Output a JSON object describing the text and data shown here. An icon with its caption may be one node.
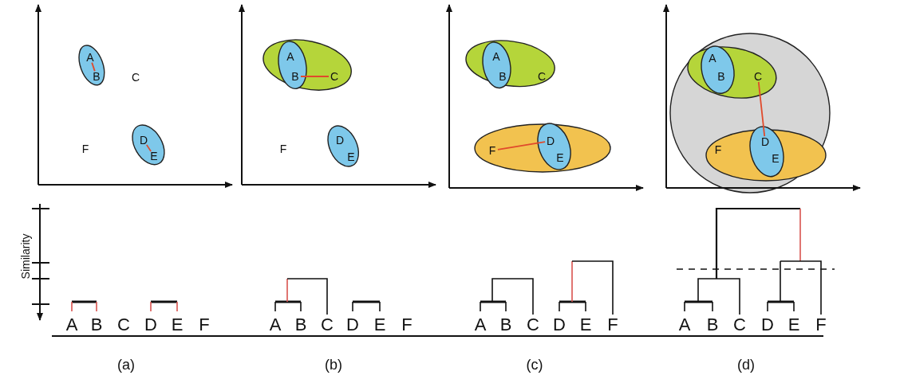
{
  "diagram": {
    "nodes": [
      {
        "text": [],
        "shape": "ellipse"
      },
      {
        "text": [
          "A"
        ],
        "in": 0
      },
      {
        "text": [
          "B"
        ],
        "in": 0
      },
      {
        "text": [
          "C"
        ]
      },
      {
        "text": [],
        "shape": "ellipse"
      },
      {
        "text": [
          "D"
        ],
        "in": 4
      },
      {
        "text": [
          "E"
        ],
        "in": 4
      },
      {
        "text": [
          "F"
        ]
      },
      {
        "text": [],
        "shape": "ellipse"
      },
      {
        "text": [],
        "shape": "ellipse",
        "in": 8
      },
      {
        "text": [
          "A"
        ],
        "in": 9
      },
      {
        "text": [
          "B"
        ],
        "in": 9
      },
      {
        "text": [
          "C"
        ],
        "in": 8
      },
      {
        "text": [
          "F"
        ]
      },
      {
        "text": [],
        "shape": "ellipse"
      },
      {
        "text": [
          "D"
        ],
        "in": 14
      },
      {
        "text": [
          "E"
        ],
        "in": 14
      },
      {
        "text": [],
        "shape": "ellipse"
      },
      {
        "text": [],
        "shape": "ellipse",
        "in": 17
      },
      {
        "text": [
          "A"
        ],
        "in": 18
      },
      {
        "text": [
          "B"
        ],
        "in": 18
      },
      {
        "text": [
          "C"
        ],
        "in": 17
      },
      {
        "text": [],
        "shape": "ellipse"
      },
      {
        "text": [
          "F"
        ],
        "in": 22
      },
      {
        "text": [],
        "shape": "ellipse",
        "in": 22
      },
      {
        "text": [
          "D"
        ],
        "in": 24
      },
      {
        "text": [
          "E"
        ],
        "in": 24
      },
      {
        "text": [],
        "shape": "circle"
      },
      {
        "text": [],
        "shape": "ellipse",
        "in": 27
      },
      {
        "text": [],
        "shape": "ellipse",
        "in": 28
      },
      {
        "text": [
          "A"
        ],
        "in": 29
      },
      {
        "text": [
          "B"
        ],
        "in": 29
      },
      {
        "text": [
          "C"
        ],
        "in": 28
      },
      {
        "text": [],
        "shape": "ellipse",
        "in": 27
      },
      {
        "text": [
          "F"
        ],
        "in": 33
      },
      {
        "text": [],
        "shape": "ellipse",
        "in": 33
      },
      {
        "text": [
          "D"
        ],
        "in": 35
      },
      {
        "text": [
          "E"
        ],
        "in": 35
      }
    ],
    "edges": [
      {
        "from": 1,
        "to": 2,
        "arrow": "none"
      },
      {
        "from": 5,
        "to": 6,
        "arrow": "none"
      },
      {
        "from": 11,
        "to": 12,
        "arrow": "none"
      },
      {
        "from": 23,
        "to": 25,
        "arrow": "none"
      },
      {
        "from": 32,
        "to": 36,
        "arrow": "none"
      }
    ],
    "labels": [
      "Similarity",
      "A",
      "B",
      "C",
      "D",
      "E",
      "F",
      "A",
      "B",
      "C",
      "D",
      "E",
      "F",
      "A",
      "B",
      "C",
      "D",
      "E",
      "F",
      "A",
      "B",
      "C",
      "D",
      "E",
      "F",
      "(a)",
      "(b)",
      "(c)",
      "(d)"
    ]
  }
}
